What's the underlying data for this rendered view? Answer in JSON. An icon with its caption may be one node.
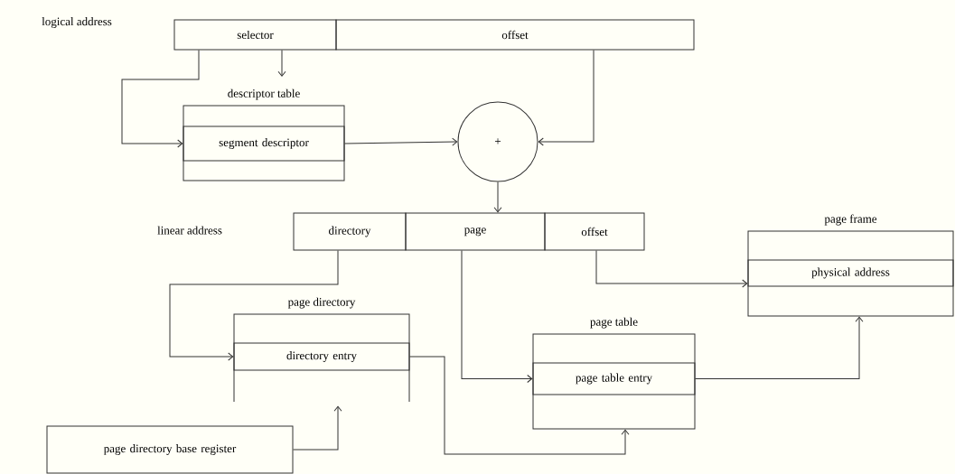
{
  "diagram": {
    "nodes": [
      {
        "text": [
          "selector"
        ]
      },
      {
        "text": [
          "offset"
        ]
      },
      {
        "text": [
          "descriptor table"
        ]
      },
      {
        "text": [
          "segment descriptor"
        ],
        "in": 2
      },
      {
        "text": [
          "+"
        ]
      },
      {
        "text": [
          "directory"
        ]
      },
      {
        "text": [
          "page"
        ]
      },
      {
        "text": [
          "offset"
        ]
      },
      {
        "text": [
          "page frame"
        ]
      },
      {
        "text": [
          "physical address"
        ],
        "in": 8
      },
      {
        "text": [
          "page directory"
        ]
      },
      {
        "text": [
          "directory entry"
        ],
        "in": 10
      },
      {
        "text": [
          "page table"
        ]
      },
      {
        "text": [
          "page table entry"
        ],
        "in": 12
      },
      {
        "text": [
          "page directory base register"
        ]
      }
    ],
    "edges": [
      {
        "from": 0,
        "to": 3,
        "arrow": "to"
      },
      {
        "from": 0,
        "to": 2,
        "arrow": "to"
      },
      {
        "from": 3,
        "to": 4,
        "arrow": "to"
      },
      {
        "from": 1,
        "to": 4,
        "arrow": "to"
      },
      {
        "from": 4,
        "to": 6,
        "arrow": "to"
      },
      {
        "from": 7,
        "to": 9,
        "arrow": "to"
      },
      {
        "from": 5,
        "to": 11,
        "arrow": "to"
      },
      {
        "from": 6,
        "to": 13,
        "arrow": "to"
      },
      {
        "from": 11,
        "to": 12,
        "arrow": "to"
      },
      {
        "from": 13,
        "to": 8,
        "arrow": "to"
      },
      {
        "from": 14,
        "to": 10,
        "arrow": "to"
      }
    ],
    "labels": [
      "logical address",
      "linear address"
    ]
  }
}
